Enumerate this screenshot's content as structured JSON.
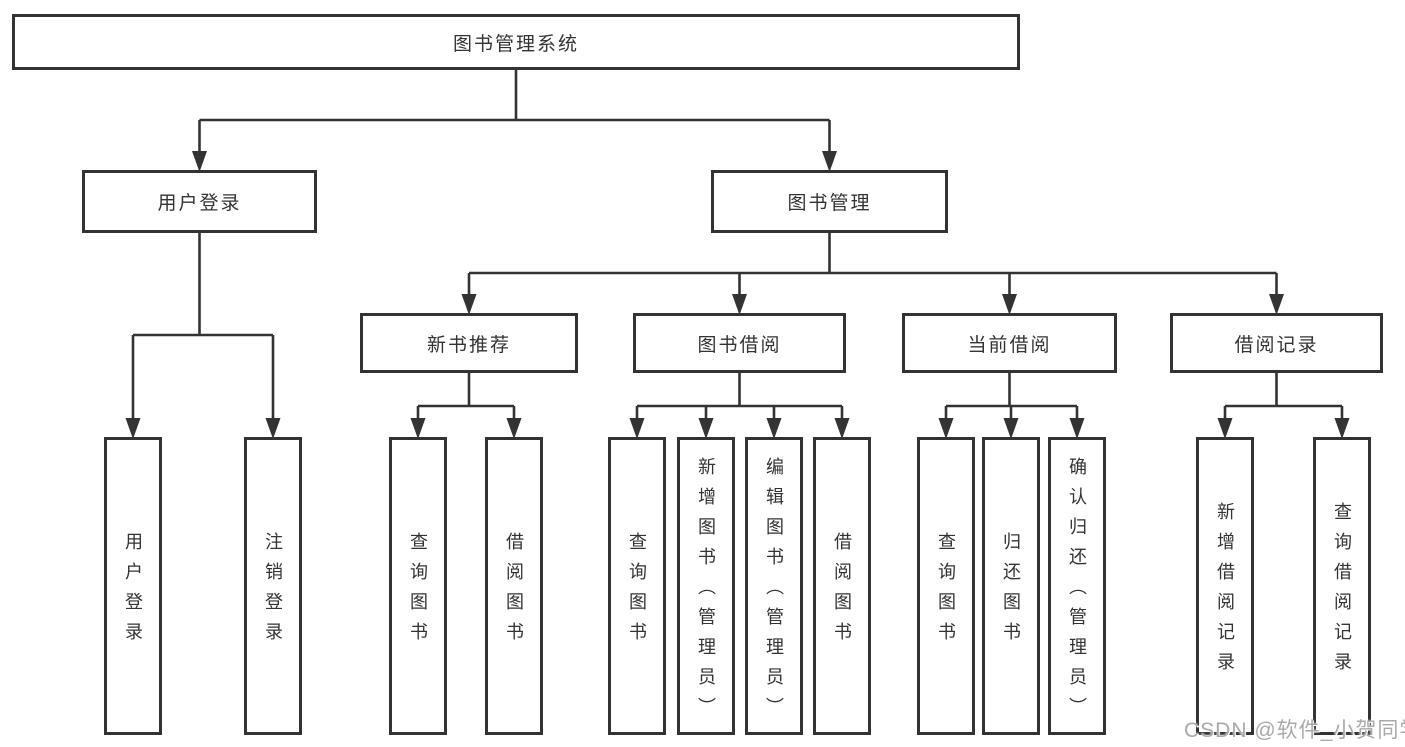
{
  "diagram": {
    "title": "图书管理系统",
    "watermark": "CSDN @软件_小贺同学",
    "line_color": "#333333",
    "box_fill": "#ffffff",
    "nodes": [
      {
        "id": "library-system",
        "label": "图书管理系统",
        "children": [
          1,
          2
        ]
      },
      {
        "id": "user-login-module",
        "label": "用户登录",
        "children": [
          3,
          4
        ]
      },
      {
        "id": "book-management",
        "label": "图书管理",
        "children": [
          5,
          6,
          7,
          8
        ]
      },
      {
        "id": "user-login",
        "label": "用户登录",
        "children": []
      },
      {
        "id": "logout",
        "label": "注销登录",
        "children": []
      },
      {
        "id": "new-book-recommend",
        "label": "新书推荐",
        "children": [
          9,
          10
        ]
      },
      {
        "id": "book-borrowing",
        "label": "图书借阅",
        "children": [
          11,
          12,
          13,
          14
        ]
      },
      {
        "id": "current-borrowing",
        "label": "当前借阅",
        "children": [
          15,
          16,
          17
        ]
      },
      {
        "id": "borrowing-records",
        "label": "借阅记录",
        "children": [
          18,
          19
        ]
      },
      {
        "id": "query-books-recommend",
        "label": "查询图书",
        "children": []
      },
      {
        "id": "borrow-books-recommend",
        "label": "借阅图书",
        "children": []
      },
      {
        "id": "query-books-borrowing",
        "label": "查询图书",
        "children": []
      },
      {
        "id": "add-books-admin",
        "label": "新增图书（管理员）",
        "children": []
      },
      {
        "id": "edit-books-admin",
        "label": "编辑图书（管理员）",
        "children": []
      },
      {
        "id": "borrow-books",
        "label": "借阅图书",
        "children": []
      },
      {
        "id": "query-books-current",
        "label": "查询图书",
        "children": []
      },
      {
        "id": "return-books",
        "label": "归还图书",
        "children": []
      },
      {
        "id": "confirm-return-admin",
        "label": "确认归还（管理员）",
        "children": []
      },
      {
        "id": "add-borrow-record",
        "label": "新增借阅记录",
        "children": []
      },
      {
        "id": "query-borrow-record",
        "label": "查询借阅记录",
        "children": []
      }
    ]
  }
}
